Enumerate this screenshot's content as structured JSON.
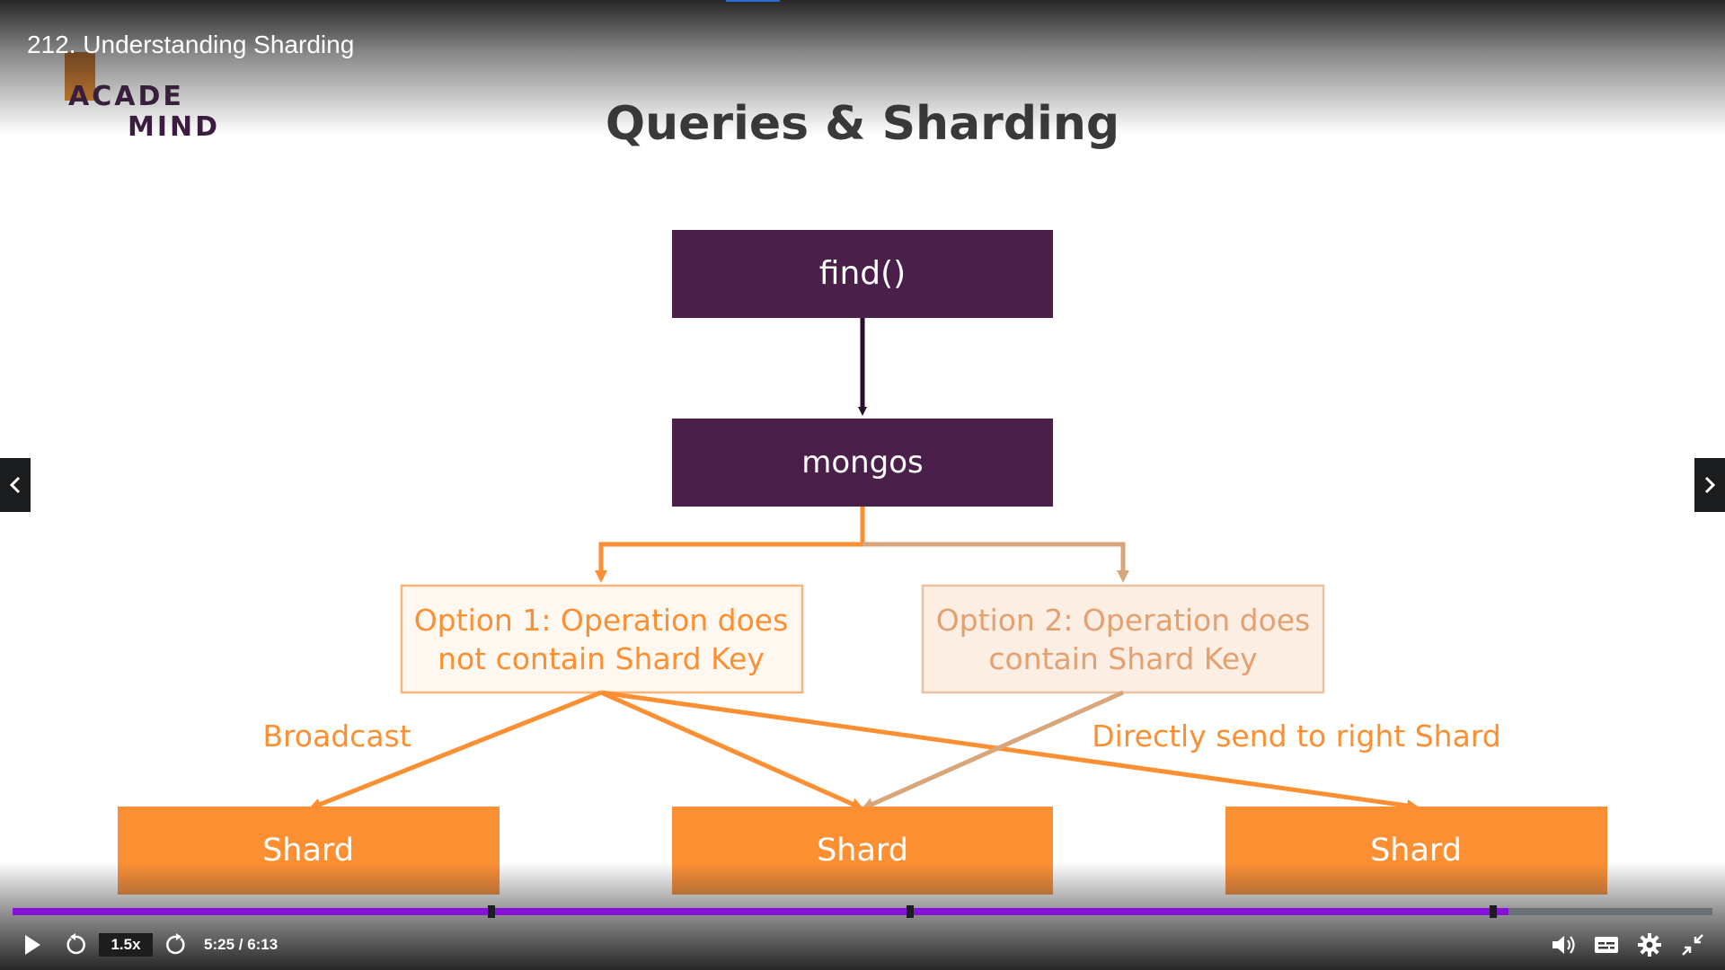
{
  "video": {
    "title": "212. Understanding Sharding"
  },
  "slide": {
    "logo": {
      "line1": "ACADE",
      "line2": "MIND"
    },
    "title": "Queries & Sharding",
    "diagram": {
      "query_box": "find()",
      "router_box": "mongos",
      "option1": {
        "line1": "Option 1: Operation does",
        "line2": "not contain Shard Key"
      },
      "option2": {
        "line1": "Option 2: Operation does",
        "line2": "contain Shard Key"
      },
      "broadcast_label": "Broadcast",
      "direct_label": "Directly send to right Shard",
      "shards": [
        "Shard",
        "Shard",
        "Shard"
      ]
    }
  },
  "controls": {
    "speed": "1.5x",
    "time": "5:25 / 6:13",
    "progress": 0.88
  },
  "icons": {
    "play": "play-icon",
    "rewind": "rewind-icon",
    "forward": "forward-icon",
    "volume": "volume-icon",
    "captions": "captions-icon",
    "settings": "gear-icon",
    "fullscreen": "exit-fullscreen-icon",
    "prev": "chevron-left-icon",
    "next": "chevron-right-icon"
  },
  "colors": {
    "dark_purple": "#4a1f4a",
    "orange": "#fd8f33",
    "orange_light_fill": "#fceee3",
    "orange_light_stroke": "#d9a67c",
    "progress": "#8710d8"
  }
}
